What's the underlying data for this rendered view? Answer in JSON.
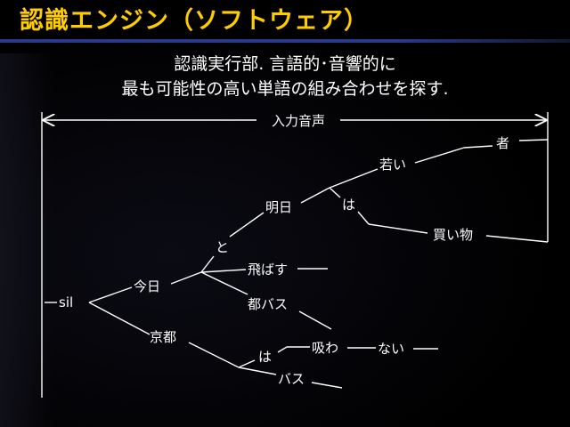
{
  "title": "認識エンジン（ソフトウェア）",
  "subtitle_lines": [
    "認識実行部. 言語的･音響的に",
    "最も可能性の高い単語の組み合わせを探す."
  ],
  "input_label": "入力音声",
  "word_nodes": [
    {
      "id": "sil",
      "label": "sil"
    },
    {
      "id": "kyou",
      "label": "今日"
    },
    {
      "id": "kyouto",
      "label": "京都"
    },
    {
      "id": "to",
      "label": "と"
    },
    {
      "id": "ashita",
      "label": "明日"
    },
    {
      "id": "ha1",
      "label": "は"
    },
    {
      "id": "wakai",
      "label": "若い"
    },
    {
      "id": "mono",
      "label": "者"
    },
    {
      "id": "kaimono",
      "label": "買い物"
    },
    {
      "id": "tobasu",
      "label": "飛ばす"
    },
    {
      "id": "tobasu2",
      "label": "都バス"
    },
    {
      "id": "ha2",
      "label": "は"
    },
    {
      "id": "suwa",
      "label": "吸わ"
    },
    {
      "id": "nai",
      "label": "ない"
    },
    {
      "id": "basu",
      "label": "バス"
    }
  ]
}
